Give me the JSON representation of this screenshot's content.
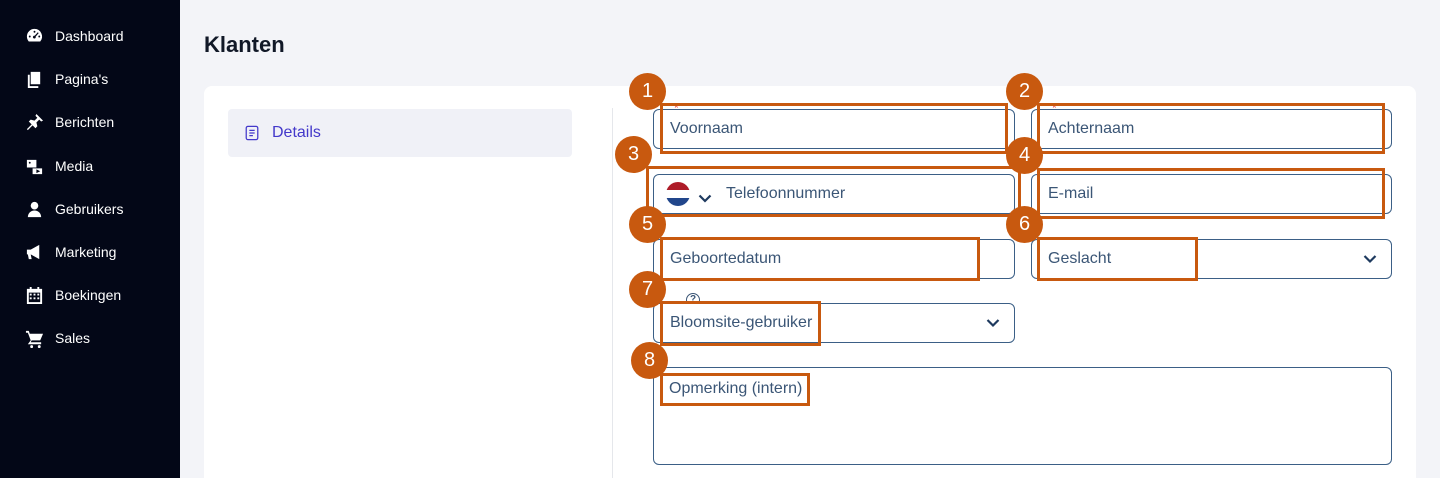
{
  "sidebar": {
    "items": [
      {
        "label": "Dashboard",
        "icon": "dashboard-icon"
      },
      {
        "label": "Pagina's",
        "icon": "pages-icon"
      },
      {
        "label": "Berichten",
        "icon": "pin-icon"
      },
      {
        "label": "Media",
        "icon": "media-icon"
      },
      {
        "label": "Gebruikers",
        "icon": "user-icon"
      },
      {
        "label": "Marketing",
        "icon": "megaphone-icon"
      },
      {
        "label": "Boekingen",
        "icon": "calendar-icon"
      },
      {
        "label": "Sales",
        "icon": "cart-icon"
      }
    ]
  },
  "page": {
    "title": "Klanten"
  },
  "tabs": {
    "details": "Details"
  },
  "form": {
    "first_name_placeholder": "Voornaam",
    "last_name_placeholder": "Achternaam",
    "phone_placeholder": "Telefoonnummer",
    "email_placeholder": "E-mail",
    "birthdate_placeholder": "Geboortedatum",
    "gender_value": "Geslacht",
    "user_type_value": "Bloomsite-gebruiker",
    "note_placeholder": "Opmerking (intern)",
    "required_mark": "*",
    "help_mark": "?"
  },
  "annotations": [
    "1",
    "2",
    "3",
    "4",
    "5",
    "6",
    "7",
    "8"
  ],
  "colors": {
    "sidebar_bg": "#030717",
    "accent": "#4338ca",
    "annotation": "#c8590f",
    "field_border": "#3b5f86"
  }
}
